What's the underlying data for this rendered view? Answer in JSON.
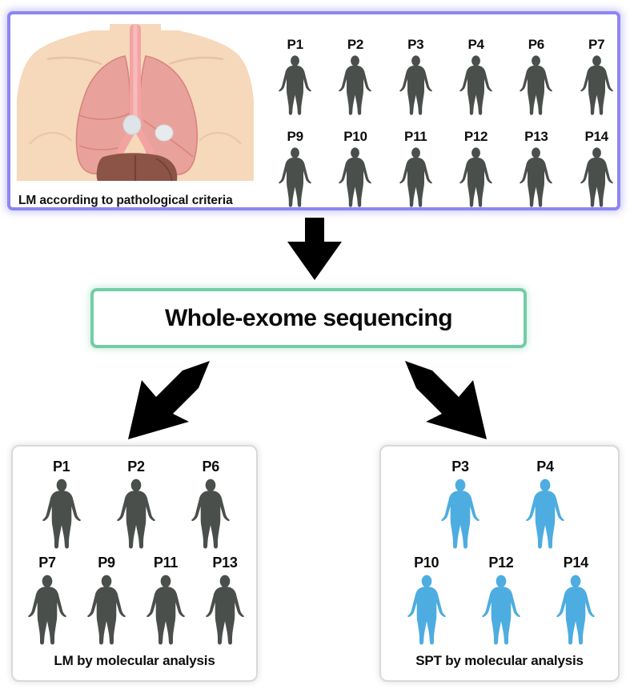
{
  "colors": {
    "top_panel_border": "#8d86f2",
    "wes_box_border": "#73cca7",
    "bottom_panel_border": "#d9d9d9",
    "figure_dark": "#4a4f4c",
    "figure_blue": "#4dade1",
    "arrow": "#000000",
    "skin": "#f4d3b4",
    "lung": "#e8a09a",
    "liver": "#8f5548",
    "nodule": "#dfe3e6",
    "trachea": "#f2a0a0"
  },
  "top_panel": {
    "name": "lm-pathological-panel",
    "caption": "LM according to pathological criteria",
    "illustration_icon": "thorax-lungs-anatomy-icon",
    "rows": [
      {
        "patients": [
          {
            "label": "P1",
            "icon": "person-figure-dark-icon"
          },
          {
            "label": "P2",
            "icon": "person-figure-dark-icon"
          },
          {
            "label": "P3",
            "icon": "person-figure-dark-icon"
          },
          {
            "label": "P4",
            "icon": "person-figure-dark-icon"
          },
          {
            "label": "P6",
            "icon": "person-figure-dark-icon"
          },
          {
            "label": "P7",
            "icon": "person-figure-dark-icon"
          }
        ]
      },
      {
        "patients": [
          {
            "label": "P9",
            "icon": "person-figure-dark-icon"
          },
          {
            "label": "P10",
            "icon": "person-figure-dark-icon"
          },
          {
            "label": "P11",
            "icon": "person-figure-dark-icon"
          },
          {
            "label": "P12",
            "icon": "person-figure-dark-icon"
          },
          {
            "label": "P13",
            "icon": "person-figure-dark-icon"
          },
          {
            "label": "P14",
            "icon": "person-figure-dark-icon"
          }
        ]
      }
    ]
  },
  "arrows": {
    "main_down": {
      "name": "arrow-down-icon",
      "direction": "down"
    },
    "left_branch": {
      "name": "arrow-down-left-icon",
      "direction": "down-left"
    },
    "right_branch": {
      "name": "arrow-down-right-icon",
      "direction": "down-right"
    }
  },
  "wes_box": {
    "name": "whole-exome-sequencing-box",
    "label": "Whole-exome sequencing"
  },
  "bottom_left_panel": {
    "name": "lm-molecular-panel",
    "caption": "LM by molecular analysis",
    "rows": [
      {
        "patients": [
          {
            "label": "P1",
            "icon": "person-figure-dark-icon"
          },
          {
            "label": "P2",
            "icon": "person-figure-dark-icon"
          },
          {
            "label": "P6",
            "icon": "person-figure-dark-icon"
          }
        ]
      },
      {
        "patients": [
          {
            "label": "P7",
            "icon": "person-figure-dark-icon"
          },
          {
            "label": "P9",
            "icon": "person-figure-dark-icon"
          },
          {
            "label": "P11",
            "icon": "person-figure-dark-icon"
          },
          {
            "label": "P13",
            "icon": "person-figure-dark-icon"
          }
        ]
      }
    ]
  },
  "bottom_right_panel": {
    "name": "spt-molecular-panel",
    "caption": "SPT by molecular analysis",
    "rows": [
      {
        "patients": [
          {
            "label": "P3",
            "icon": "person-figure-blue-icon"
          },
          {
            "label": "P4",
            "icon": "person-figure-blue-icon"
          }
        ]
      },
      {
        "patients": [
          {
            "label": "P10",
            "icon": "person-figure-blue-icon"
          },
          {
            "label": "P12",
            "icon": "person-figure-blue-icon"
          },
          {
            "label": "P14",
            "icon": "person-figure-blue-icon"
          }
        ]
      }
    ]
  }
}
